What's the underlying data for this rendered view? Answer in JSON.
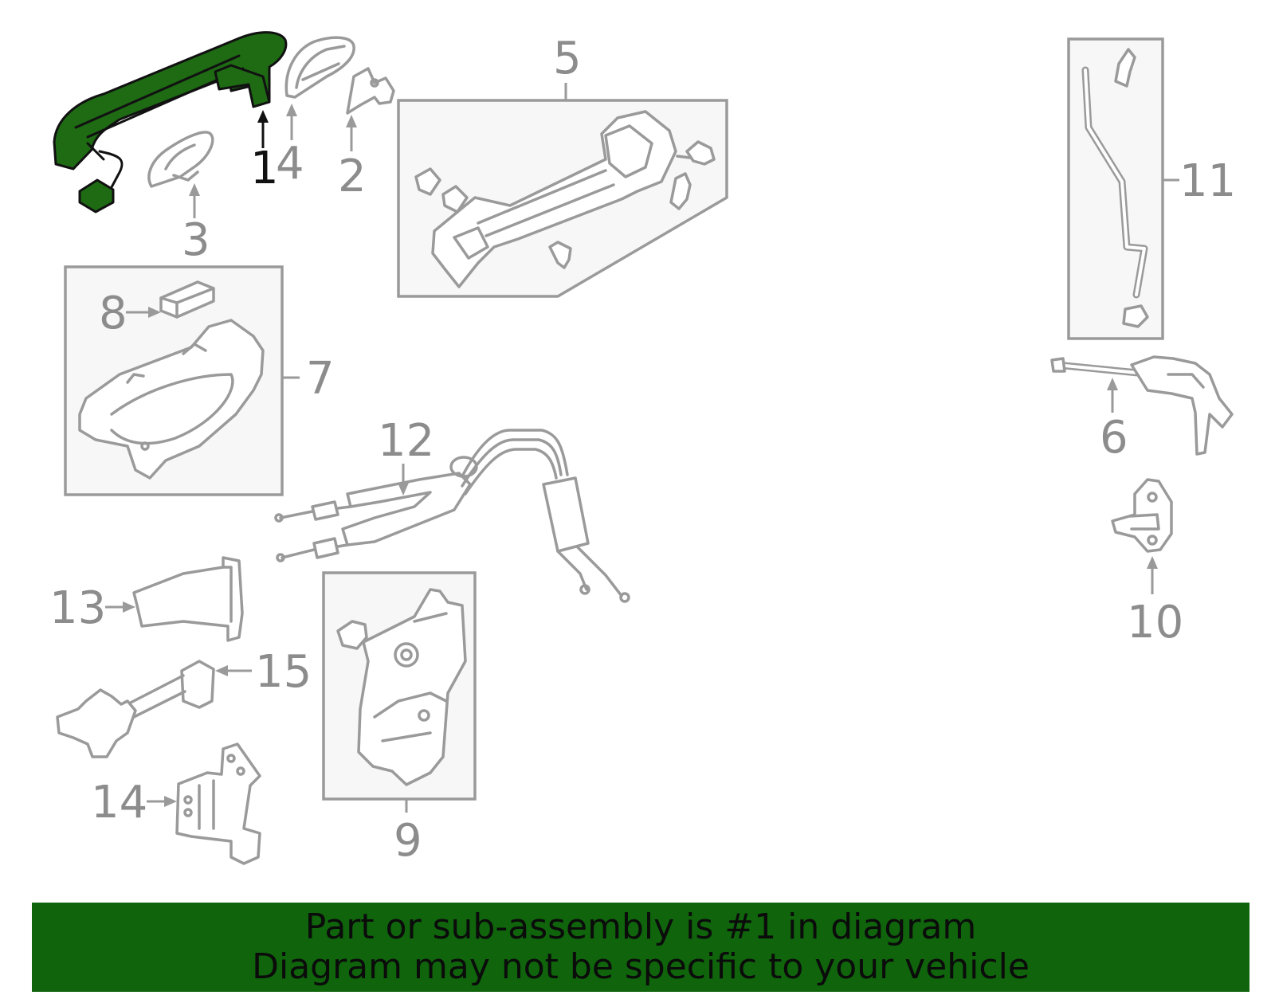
{
  "diagram": {
    "highlighted_part": "1",
    "colors": {
      "highlight": "#1e6b14",
      "banner": "#0f640c",
      "line": "#9a9a9a"
    },
    "callouts": {
      "c1": "1",
      "c4a": "4",
      "c2": "2",
      "c3": "3",
      "c5": "5",
      "c11": "11",
      "c8": "8",
      "c7": "7",
      "c6": "6",
      "c12": "12",
      "c10": "10",
      "c13": "13",
      "c15": "15",
      "c9": "9",
      "c14": "14"
    }
  },
  "banner": {
    "line1": "Part or sub-assembly is #1 in diagram",
    "line2": "Diagram may not be specific to your vehicle"
  }
}
